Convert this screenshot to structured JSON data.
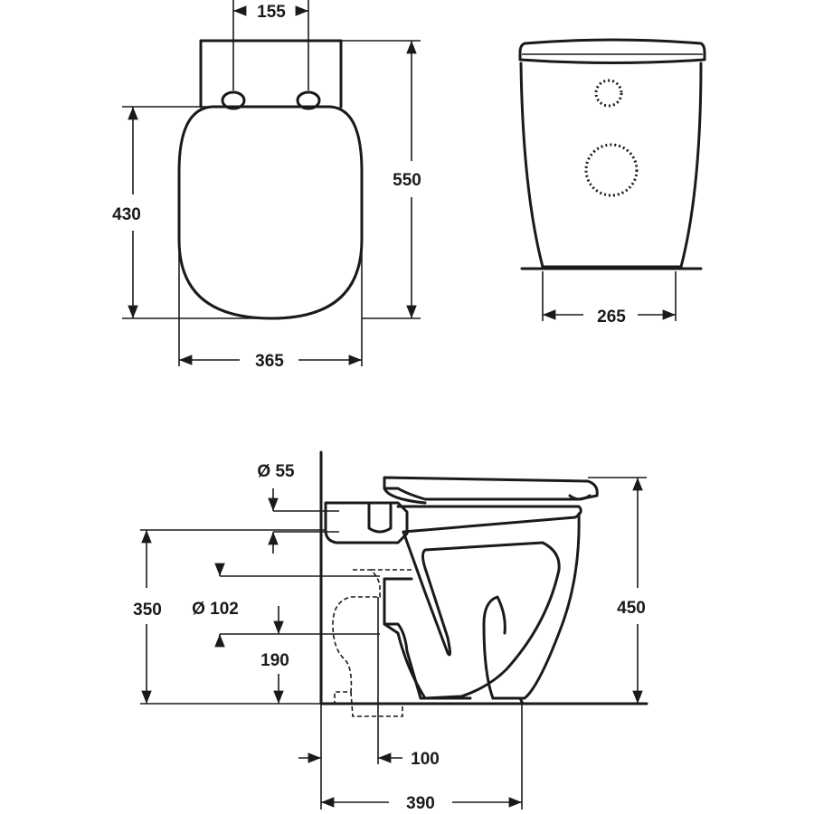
{
  "dimensions": {
    "top_hinge_spacing": "155",
    "top_seat_length": "430",
    "top_overall_length": "550",
    "top_width": "365",
    "back_base_width": "265",
    "side_outlet_diameter_small": "Ø 55",
    "side_outlet_diameter_large": "Ø 102",
    "side_inlet_height": "350",
    "side_outlet_height": "190",
    "side_overall_height": "450",
    "side_outlet_offset": "100",
    "side_projection": "390"
  }
}
